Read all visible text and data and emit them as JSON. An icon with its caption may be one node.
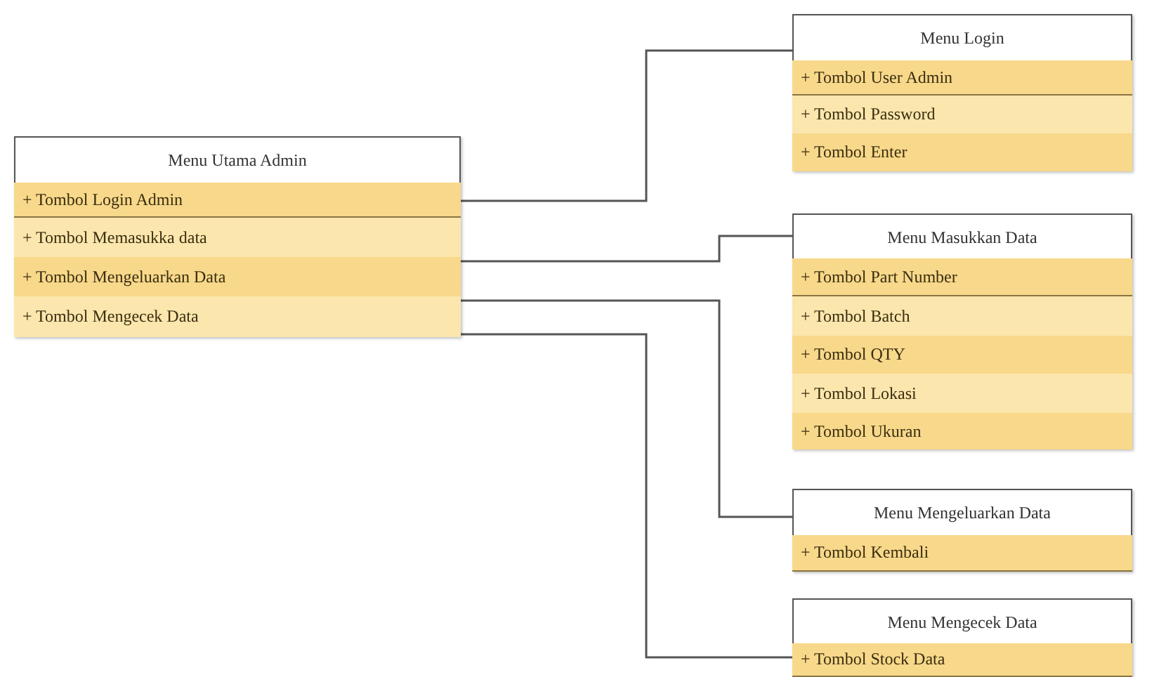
{
  "diagram": {
    "nodes": [
      {
        "text": [
          "Menu Utama Admin"
        ]
      },
      {
        "text": [
          "+ Tombol Login Admin"
        ],
        "in": 0
      },
      {
        "text": [
          "+ Tombol Memasukka data"
        ],
        "in": 0
      },
      {
        "text": [
          "+ Tombol Mengeluarkan Data"
        ],
        "in": 0
      },
      {
        "text": [
          "+ Tombol Mengecek Data"
        ],
        "in": 0
      },
      {
        "text": [
          "Menu Login"
        ]
      },
      {
        "text": [
          "+ Tombol User Admin"
        ],
        "in": 5
      },
      {
        "text": [
          "+ Tombol Password"
        ],
        "in": 5
      },
      {
        "text": [
          "+ Tombol Enter"
        ],
        "in": 5
      },
      {
        "text": [
          "Menu Masukkan Data"
        ]
      },
      {
        "text": [
          "+ Tombol Part Number"
        ],
        "in": 9
      },
      {
        "text": [
          "+ Tombol Batch"
        ],
        "in": 9
      },
      {
        "text": [
          "+ Tombol QTY"
        ],
        "in": 9
      },
      {
        "text": [
          "+ Tombol Lokasi"
        ],
        "in": 9
      },
      {
        "text": [
          "+ Tombol Ukuran"
        ],
        "in": 9
      },
      {
        "text": [
          "Menu Mengeluarkan Data"
        ]
      },
      {
        "text": [
          "+ Tombol Kembali"
        ],
        "in": 15
      },
      {
        "text": [
          "Menu Mengecek Data"
        ]
      },
      {
        "text": [
          "+ Tombol Stock Data"
        ],
        "in": 17
      }
    ],
    "edges": [
      {
        "from": 1,
        "to": 5,
        "arrow": "none"
      },
      {
        "from": 2,
        "to": 9,
        "arrow": "none"
      },
      {
        "from": 3,
        "to": 15,
        "arrow": "none"
      },
      {
        "from": 4,
        "to": 17,
        "arrow": "none"
      }
    ]
  }
}
